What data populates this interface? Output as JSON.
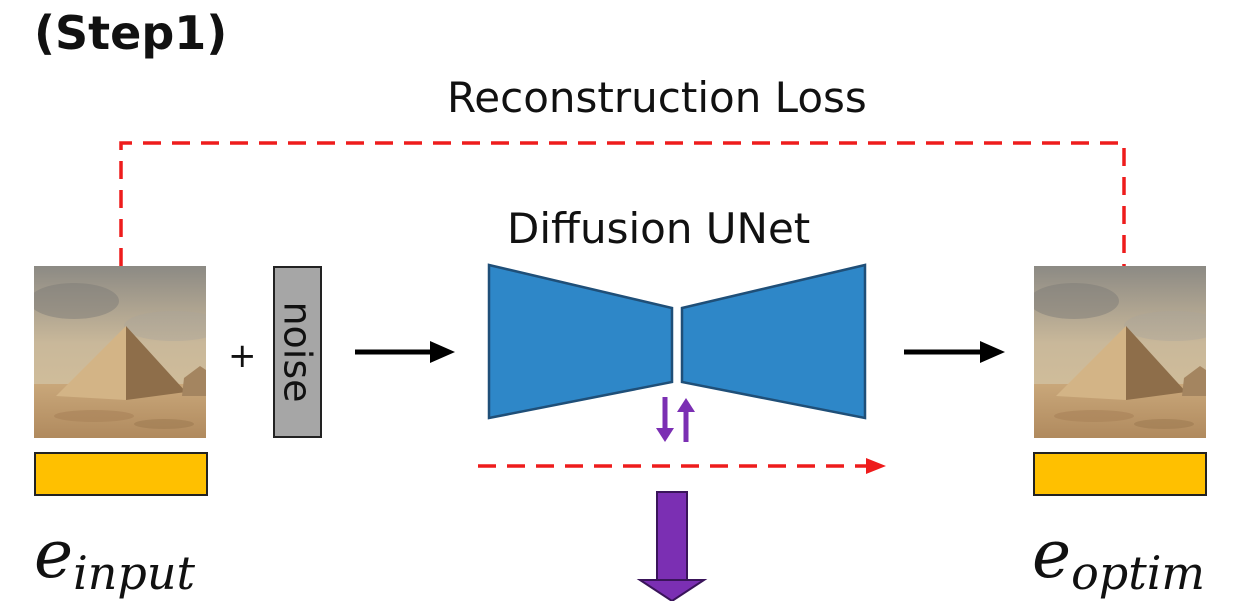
{
  "title": "(Step1)",
  "reconstruction_loss_label": "Reconstruction Loss",
  "unet_label": "Diffusion UNet",
  "noise_label": "noise",
  "plus_sign": "+",
  "input_var": {
    "base": "e",
    "sub": "input"
  },
  "optim_var": {
    "base": "e",
    "sub": "optim"
  },
  "colors": {
    "unet_fill": "#2e87c8",
    "embedding_bar": "#ffc000",
    "loss_dash": "#ee1c1c",
    "gradient_arrows": "#7b2fb3",
    "noise_fill": "#a6a6a6"
  },
  "icons": {
    "input_image": "pyramid-image-icon",
    "output_image": "pyramid-image-icon"
  }
}
